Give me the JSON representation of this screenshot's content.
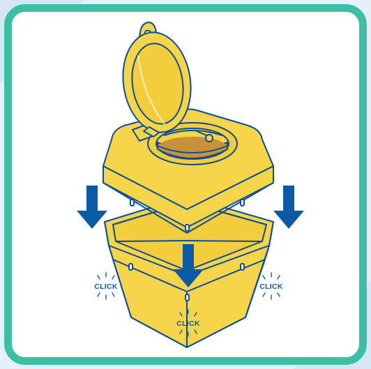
{
  "colors": {
    "frame": "#3dbfa5",
    "container": "#f7d54a",
    "outline": "#0b4d96",
    "arrow": "#0b5aa6",
    "waste": "#c8913a",
    "background": "#e6f0f8"
  },
  "labels": {
    "click_left": "CLICK",
    "click_center": "CLICK",
    "click_right": "CLICK"
  },
  "icons": [
    "arrow-down-icon",
    "arrow-down-icon",
    "arrow-down-icon",
    "click-burst-icon"
  ]
}
